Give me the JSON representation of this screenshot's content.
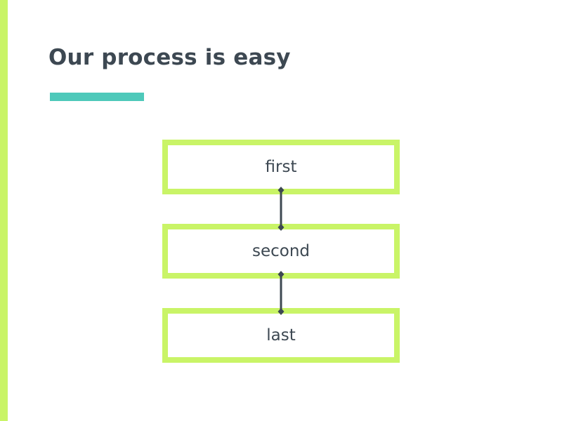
{
  "slide": {
    "title": "Our process is easy"
  },
  "steps": [
    {
      "label": "first"
    },
    {
      "label": "second"
    },
    {
      "label": "last"
    }
  ],
  "colors": {
    "box_border": "#c9f467",
    "accent": "#4ec9ba",
    "text": "#3d4852",
    "connector": "#3d4852"
  }
}
